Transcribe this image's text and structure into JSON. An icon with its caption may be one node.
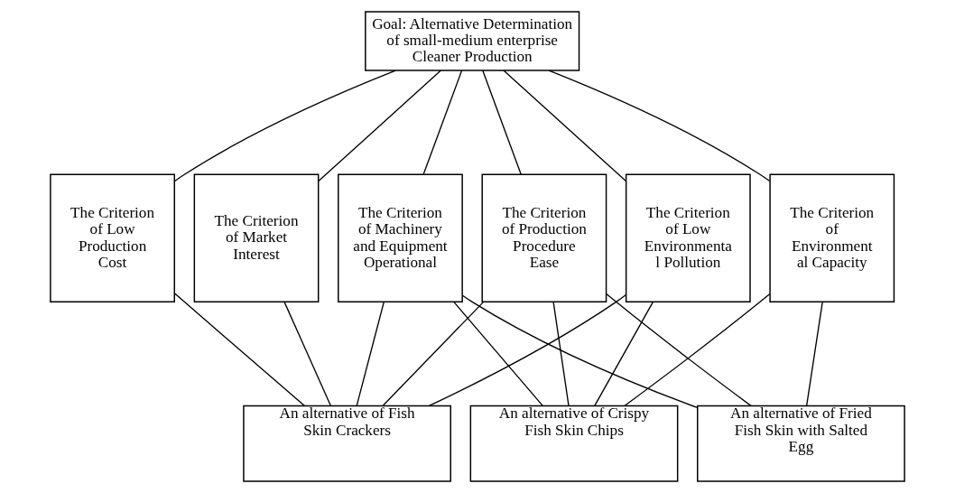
{
  "diagram": {
    "nodes": [
      {
        "text": [
          "Goal: Alternative Determination of small-medium enterprise Cleaner Production"
        ]
      },
      {
        "text": [
          "The Criterion of Low Production Cost"
        ]
      },
      {
        "text": [
          "The Criterion of Market Interest"
        ]
      },
      {
        "text": [
          "The Criterion of Machinery and Equipment Operational"
        ]
      },
      {
        "text": [
          "The Criterion of Production Procedure Ease"
        ]
      },
      {
        "text": [
          "The Criterion of Low Environmenta l Pollution"
        ]
      },
      {
        "text": [
          "The Criterion of Environment al Capacity"
        ]
      },
      {
        "text": [
          "An alternative of Fish Skin Crackers"
        ]
      },
      {
        "text": [
          "An alternative of Crispy Fish Skin Chips"
        ]
      },
      {
        "text": [
          "An alternative of Fried Fish Skin with Salted Egg"
        ]
      }
    ],
    "edges": [
      {
        "from": 0,
        "to": 1,
        "arrow": "none"
      },
      {
        "from": 0,
        "to": 2,
        "arrow": "none"
      },
      {
        "from": 0,
        "to": 3,
        "arrow": "none"
      },
      {
        "from": 0,
        "to": 4,
        "arrow": "none"
      },
      {
        "from": 0,
        "to": 5,
        "arrow": "none"
      },
      {
        "from": 0,
        "to": 6,
        "arrow": "none"
      },
      {
        "from": 1,
        "to": 7,
        "arrow": "none"
      },
      {
        "from": 2,
        "to": 7,
        "arrow": "none"
      },
      {
        "from": 3,
        "to": 7,
        "arrow": "none"
      },
      {
        "from": 3,
        "to": 8,
        "arrow": "none"
      },
      {
        "from": 3,
        "to": 9,
        "arrow": "none"
      },
      {
        "from": 4,
        "to": 7,
        "arrow": "none"
      },
      {
        "from": 4,
        "to": 8,
        "arrow": "none"
      },
      {
        "from": 4,
        "to": 9,
        "arrow": "none"
      },
      {
        "from": 5,
        "to": 7,
        "arrow": "none"
      },
      {
        "from": 5,
        "to": 8,
        "arrow": "none"
      },
      {
        "from": 6,
        "to": 8,
        "arrow": "none"
      },
      {
        "from": 6,
        "to": 9,
        "arrow": "none"
      }
    ]
  }
}
